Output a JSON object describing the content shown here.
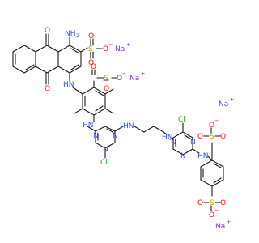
{
  "molecule": {
    "colors": {
      "bond": "#1a1a1a",
      "oxygen": "#ff0d0d",
      "nitrogen": "#3050f8",
      "sulfur": "#b5a000",
      "chlorine": "#1fb21f",
      "sodium": "#8a2be2",
      "hydrogen_label": "#3050f8"
    },
    "labels": {
      "o_quinone_top": "O",
      "o_quinone_bottom": "O",
      "amine_top": "NH",
      "amine_top_h2": "2",
      "sulfonate1_s": "S",
      "sulfonate1_o1": "O",
      "sulfonate1_o2": "O",
      "sulfonate1_o3": "O",
      "na1": "Na",
      "na1_charge": "+",
      "o1_charge": "−",
      "nh_link1": "HN",
      "sulfonate2_s": "S",
      "sulfonate2_o1": "O",
      "sulfonate2_o2": "O",
      "sulfonate2_o3": "O",
      "na2": "Na",
      "na2_charge": "+",
      "o2_charge": "−",
      "nh_link2": "HN",
      "tri1_n1": "N",
      "tri1_n2": "N",
      "tri1_n3": "N",
      "nh_link3": "HN",
      "cl1": "Cl",
      "nh_link4": "HN",
      "tri2_n1": "N",
      "tri2_n2": "N",
      "tri2_n3": "N",
      "cl2": "Cl",
      "nh_link5": "HN",
      "sulfonate3_s": "S",
      "sulfonate3_o1": "O",
      "sulfonate3_o2": "O",
      "sulfonate3_o3": "O",
      "na3": "Na",
      "na3_charge": "+",
      "o3_charge": "−",
      "sulfonate4_s": "S",
      "sulfonate4_o1": "O",
      "sulfonate4_o2": "O",
      "sulfonate4_o3": "O",
      "na4": "Na",
      "na4_charge": "+",
      "o4_charge": "−"
    }
  }
}
